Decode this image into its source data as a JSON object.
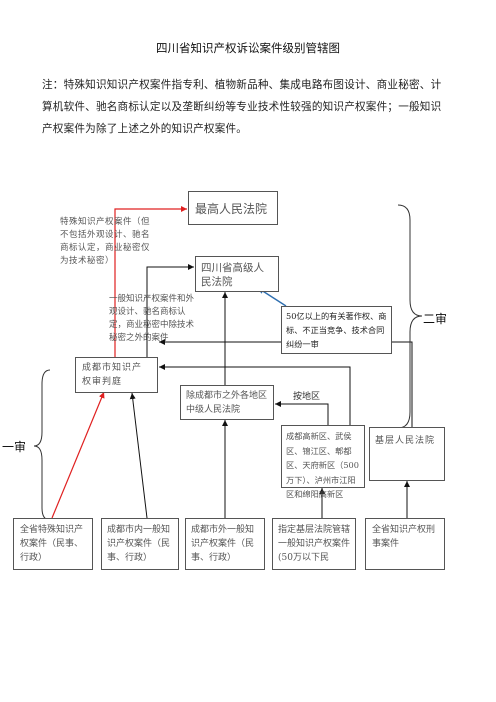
{
  "title": "四川省知识产权诉讼案件级别管辖图",
  "note": "注：特殊知识知识产权案件指专利、植物新品种、集成电路布图设计、商业秘密、计算机软件、驰名商标认定以及垄断纠纷等专业技术性较强的知识产权案件；一般知识产权案件为除了上述之外的知识产权案件。",
  "nodes": {
    "supreme": "最高人民法院",
    "sichuan_high": "四川省高级人民法院",
    "chengdu_ip": "成都市知识产权审判庭",
    "outside_intermediate": "除成都市之外各地区中级人民法院",
    "chengdu_districts": "成都高新区、武侯区、锦江区、郫都区、天府新区（500万下）、泸州市江阳区和绵阳高新区",
    "basic_court": "基层人民法院",
    "big_case": "50亿以上的有关著作权、商标、不正当竞争、技术合同纠纷一审"
  },
  "sources": {
    "special_all": "全省特殊知识产权案件（民事、行政）",
    "chengdu_general": "成都市内一般知识产权案件（民事、行政）",
    "outside_general": "成都市外一般知识产权案件（民事、行政）",
    "designated_basic": "指定基层法院管辖一般知识产权案件(50万以下民",
    "criminal": "全省知识产权刑事案件"
  },
  "labels": {
    "special_desc": "特殊知识产权案件（但不包括外观设计、驰名商标认定，商业秘密仅为技术秘密）",
    "general_desc": "一般知识产权案件和外观设计、驰名商标认定，商业秘密中除技术秘密之外的案件",
    "by_region": "按地区",
    "second_instance": "二审",
    "first_instance": "一审"
  },
  "colors": {
    "red": "#e02020",
    "blue": "#2f6fb0",
    "black": "#111111"
  }
}
